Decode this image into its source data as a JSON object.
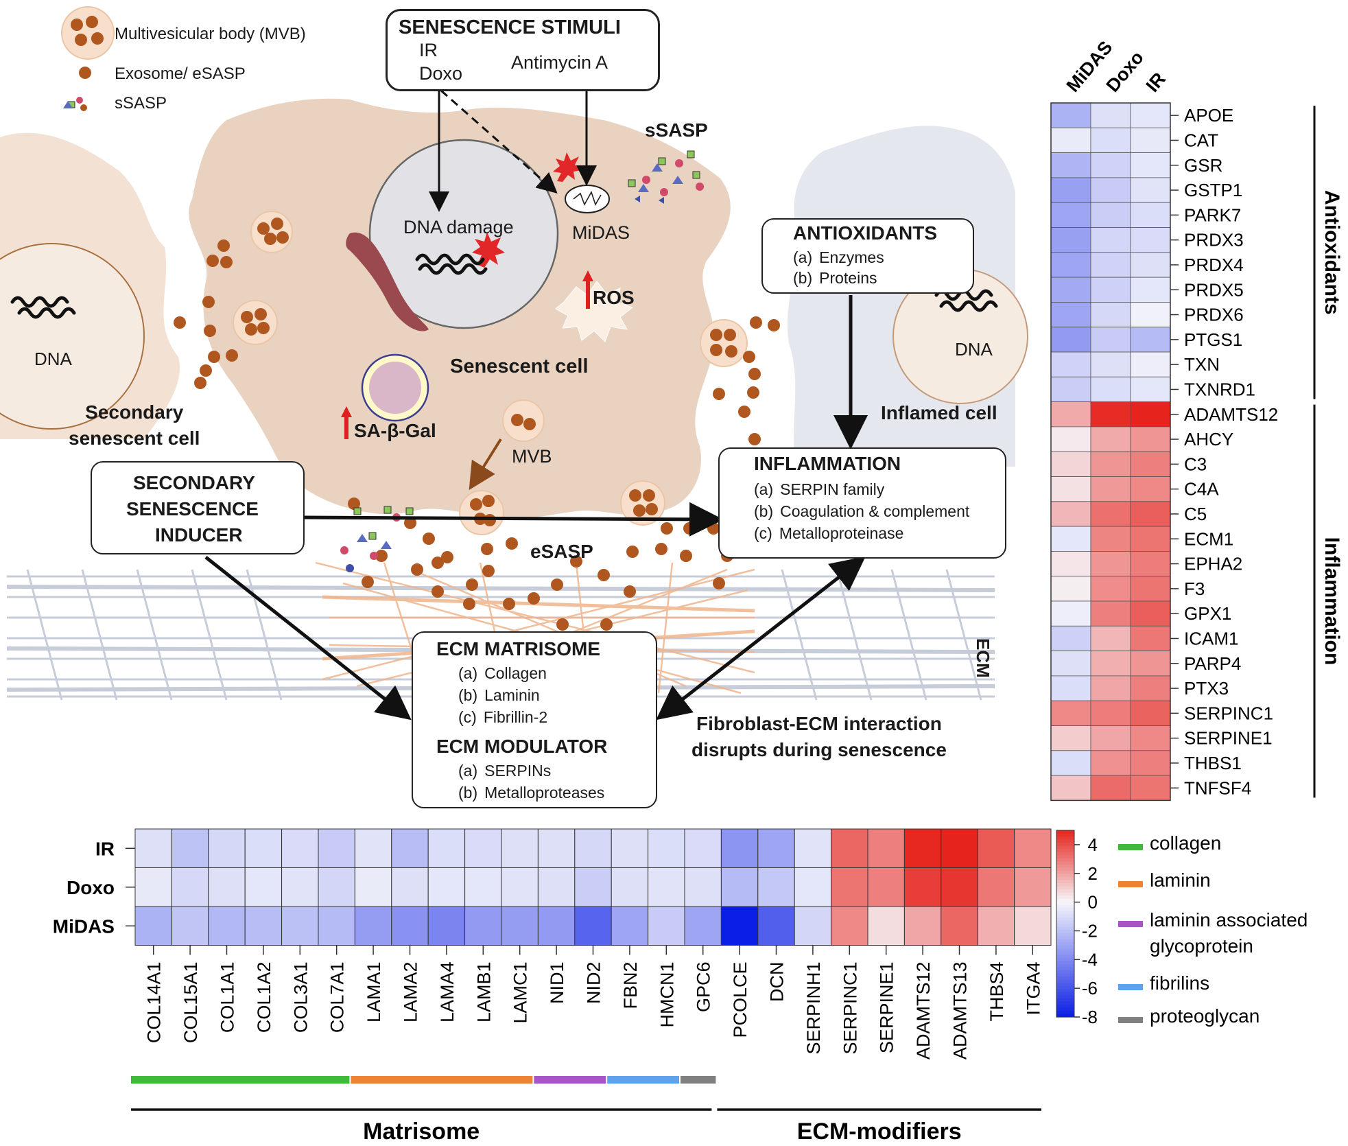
{
  "legend_top": {
    "mvb": "Multivesicular  body (MVB)",
    "exosome": "Exosome/ eSASP",
    "ssasp": "sSASP"
  },
  "stimuli": {
    "title": "SENESCENCE STIMULI",
    "ir": "IR",
    "doxo": "Doxo",
    "antimycin": "Antimycin A"
  },
  "cell_labels": {
    "dna_left": "DNA",
    "dna_right": "DNA",
    "dna_damage": "DNA damage",
    "midas": "MiDAS",
    "ros": "ROS",
    "ssasp": "sSASP",
    "senescent_cell": "Senescent cell",
    "sa_gal": "SA-β-Gal",
    "mvb": "MVB",
    "secondary_senescent": "Secondary\nsenescent cell",
    "inflamed_cell": "Inflamed cell",
    "esasp": "eSASP",
    "ecm": "ECM"
  },
  "antioxidants_box": {
    "title": "ANTIOXIDANTS",
    "items": [
      {
        "key": "(a)",
        "label": "Enzymes"
      },
      {
        "key": "(b)",
        "label": "Proteins"
      }
    ]
  },
  "inflammation_box": {
    "title": "INFLAMMATION",
    "items": [
      {
        "key": "(a)",
        "label": "SERPIN family"
      },
      {
        "key": "(b)",
        "label": "Coagulation & complement"
      },
      {
        "key": "(c)",
        "label": "Metalloproteinase"
      }
    ]
  },
  "secondary_box": {
    "lines": [
      "SECONDARY",
      "SENESCENCE",
      "INDUCER"
    ]
  },
  "ecm_box": {
    "title1": "ECM MATRISOME",
    "items1": [
      {
        "key": "(a)",
        "label": "Collagen"
      },
      {
        "key": "(b)",
        "label": "Laminin"
      },
      {
        "key": "(c)",
        "label": "Fibrillin-2"
      }
    ],
    "title2": "ECM MODULATOR",
    "items2": [
      {
        "key": "(a)",
        "label": "SERPINs"
      },
      {
        "key": "(b)",
        "label": "Metalloproteases"
      }
    ]
  },
  "fibroblast_note": "Fibroblast-ECM interaction\ndisrupts during senescence",
  "colors": {
    "cell": "#e9d3c0",
    "vesicle": "#b0561f",
    "arrow_up": "#e02020",
    "arrow_down": "#2f6fe0",
    "neg_extreme": "#0a1ee6",
    "pos_extreme": "#e6241d",
    "collagen": "#3fba3a",
    "laminin": "#ee8433",
    "laminin_assoc": "#a855c8",
    "fibrilins": "#5da2ea",
    "proteoglycan": "#808080"
  },
  "chart_data": [
    {
      "type": "heatmap",
      "columns": [
        "MiDAS",
        "Doxo",
        "IR"
      ],
      "rows": [
        "APOE",
        "CAT",
        "GSR",
        "GSTP1",
        "PARK7",
        "PRDX3",
        "PRDX4",
        "PRDX5",
        "PRDX6",
        "PTGS1",
        "TXN",
        "TXNRD1",
        "ADAMTS12",
        "AHCY",
        "C3",
        "C4A",
        "C5",
        "ECM1",
        "EPHA2",
        "F3",
        "GPX1",
        "ICAM1",
        "PARP4",
        "PTX3",
        "SERPINC1",
        "SERPINE1",
        "THBS1",
        "TNFSF4"
      ],
      "values": [
        [
          -2.5,
          -0.8,
          -0.6
        ],
        [
          -0.4,
          -0.9,
          -0.5
        ],
        [
          -2.4,
          -1.3,
          -0.6
        ],
        [
          -3.2,
          -1.6,
          -0.7
        ],
        [
          -3.0,
          -1.5,
          -0.9
        ],
        [
          -3.2,
          -1.2,
          -1.0
        ],
        [
          -3.0,
          -1.3,
          -0.8
        ],
        [
          -2.8,
          -1.4,
          -0.6
        ],
        [
          -3.0,
          -1.1,
          -0.2
        ],
        [
          -3.4,
          -1.6,
          -2.2
        ],
        [
          -1.3,
          -0.8,
          -0.3
        ],
        [
          -1.5,
          -0.9,
          -0.6
        ],
        [
          1.8,
          4.8,
          5.3
        ],
        [
          0.3,
          1.8,
          2.3
        ],
        [
          0.8,
          2.3,
          2.8
        ],
        [
          0.5,
          2.2,
          2.6
        ],
        [
          1.5,
          3.2,
          3.6
        ],
        [
          -0.6,
          2.7,
          3.1
        ],
        [
          0.4,
          2.3,
          2.9
        ],
        [
          0.2,
          2.5,
          3.1
        ],
        [
          -0.3,
          2.8,
          3.6
        ],
        [
          -1.4,
          1.5,
          3.0
        ],
        [
          -0.8,
          1.7,
          2.3
        ],
        [
          -0.9,
          1.9,
          2.8
        ],
        [
          2.6,
          2.9,
          3.5
        ],
        [
          1.0,
          1.9,
          2.6
        ],
        [
          -0.9,
          2.4,
          2.8
        ],
        [
          1.2,
          3.3,
          3.1
        ]
      ],
      "groups": [
        {
          "name": "Antioxidants",
          "from": "APOE",
          "to": "TXNRD1"
        },
        {
          "name": "Inflammation",
          "from": "ADAMTS12",
          "to": "TNFSF4"
        }
      ]
    },
    {
      "type": "heatmap",
      "rows": [
        "IR",
        "Doxo",
        "MiDAS"
      ],
      "columns": [
        "COL14A1",
        "COL15A1",
        "COL1A1",
        "COL1A2",
        "COL3A1",
        "COL7A1",
        "LAMA1",
        "LAMA2",
        "LAMA4",
        "LAMB1",
        "LAMC1",
        "NID1",
        "NID2",
        "FBN2",
        "HMCN1",
        "GPC6",
        "PCOLCE",
        "DCN",
        "SERPINH1",
        "SERPINC1",
        "SERPINE1",
        "ADAMTS12",
        "ADAMTS13",
        "THBS4",
        "ITGA4"
      ],
      "values": [
        [
          -0.8,
          -1.9,
          -1.1,
          -0.9,
          -1.0,
          -1.6,
          -0.7,
          -2.1,
          -0.9,
          -1.0,
          -0.8,
          -0.8,
          -1.1,
          -0.8,
          -0.9,
          -1.0,
          -3.6,
          -3.0,
          -0.7,
          3.4,
          2.8,
          4.9,
          5.2,
          3.7,
          2.6
        ],
        [
          -0.5,
          -1.1,
          -0.8,
          -0.6,
          -0.7,
          -1.2,
          -0.4,
          -0.8,
          -0.6,
          -0.6,
          -0.7,
          -0.8,
          -1.5,
          -0.8,
          -0.7,
          -0.8,
          -2.2,
          -1.7,
          -0.6,
          3.1,
          2.8,
          4.4,
          4.6,
          3.0,
          2.2
        ],
        [
          -2.5,
          -1.8,
          -2.3,
          -2.1,
          -2.0,
          -2.2,
          -3.3,
          -3.7,
          -4.2,
          -3.4,
          -3.3,
          -3.4,
          -5.4,
          -3.0,
          -1.6,
          -3.0,
          -8.0,
          -5.6,
          -1.2,
          2.6,
          0.6,
          1.9,
          3.4,
          1.7,
          0.7
        ]
      ],
      "groups": [
        {
          "name": "Matrisome",
          "from": "COL14A1",
          "to": "GPC6"
        },
        {
          "name": "ECM-modifiers",
          "from": "PCOLCE",
          "to": "ITGA4"
        }
      ],
      "colorbar": {
        "min": -8,
        "max": 5,
        "ticks": [
          4,
          2,
          0,
          -2,
          -4,
          -6,
          -8
        ]
      },
      "category_legend": [
        "collagen",
        "laminin",
        "laminin associated\nglycoprotein",
        "fibrilins",
        "proteoglycan"
      ],
      "category_spans": [
        {
          "category": "collagen",
          "from": "COL14A1",
          "to": "COL7A1"
        },
        {
          "category": "laminin",
          "from": "LAMA1",
          "to": "LAMC1"
        },
        {
          "category": "laminin associated\nglycoprotein",
          "from": "NID1",
          "to": "NID2"
        },
        {
          "category": "fibrilins",
          "from": "FBN2",
          "to": "HMCN1"
        },
        {
          "category": "proteoglycan",
          "from": "GPC6",
          "to": "GPC6"
        }
      ]
    }
  ]
}
